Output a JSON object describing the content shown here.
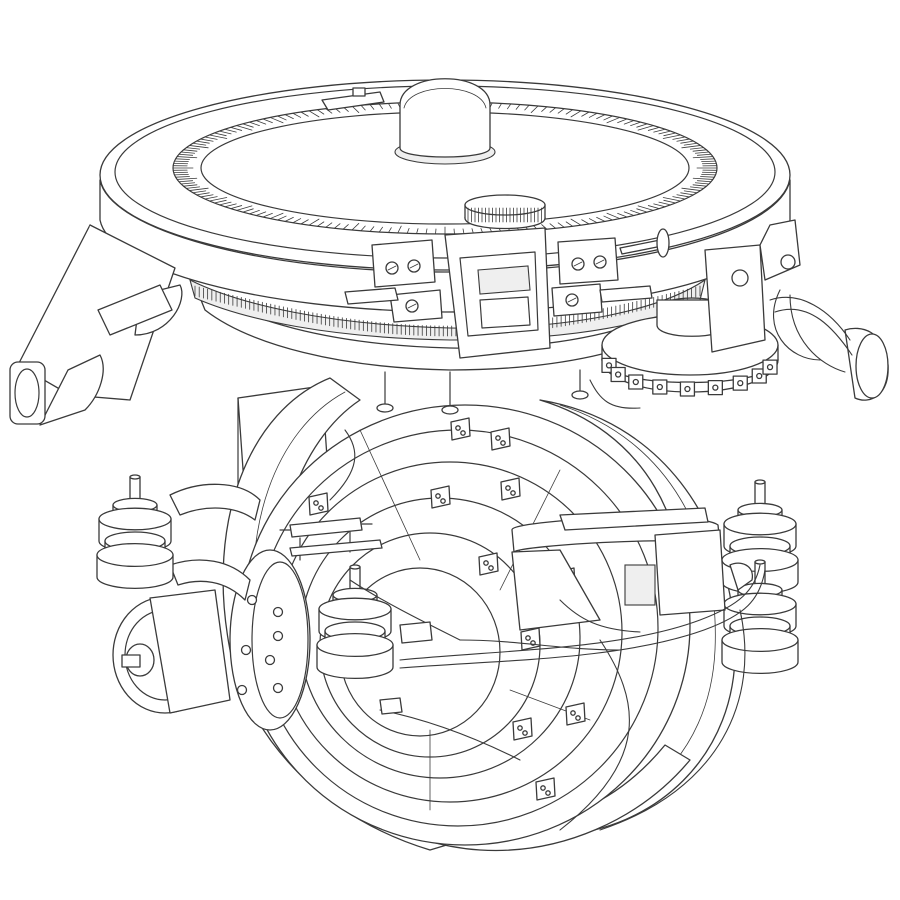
{
  "figure": {
    "background": "#ffffff",
    "ink": "#3a3a3a",
    "shade": "#efefef",
    "components": [
      {
        "id": "graduated-dial",
        "icon": "circular-scale-with-ticks"
      },
      {
        "id": "top-dome",
        "icon": "dome-cap"
      },
      {
        "id": "knurled-knob",
        "icon": "knurled-knob"
      },
      {
        "id": "vernier-clamp",
        "icon": "clamp-block"
      },
      {
        "id": "left-eyepiece",
        "icon": "telescope-eyepiece"
      },
      {
        "id": "right-motor-drum",
        "icon": "drum-with-clips"
      },
      {
        "id": "right-bracket",
        "icon": "bracket-with-screws"
      },
      {
        "id": "gimbal-ring",
        "icon": "large-outer-ring"
      },
      {
        "id": "inner-rotor",
        "icon": "concentric-rings"
      },
      {
        "id": "trunnion-pulley",
        "icon": "pulley-wheel"
      },
      {
        "id": "insulator-stacks",
        "icon": "stacked-bushing"
      },
      {
        "id": "cable-harness",
        "icon": "wires"
      }
    ]
  }
}
